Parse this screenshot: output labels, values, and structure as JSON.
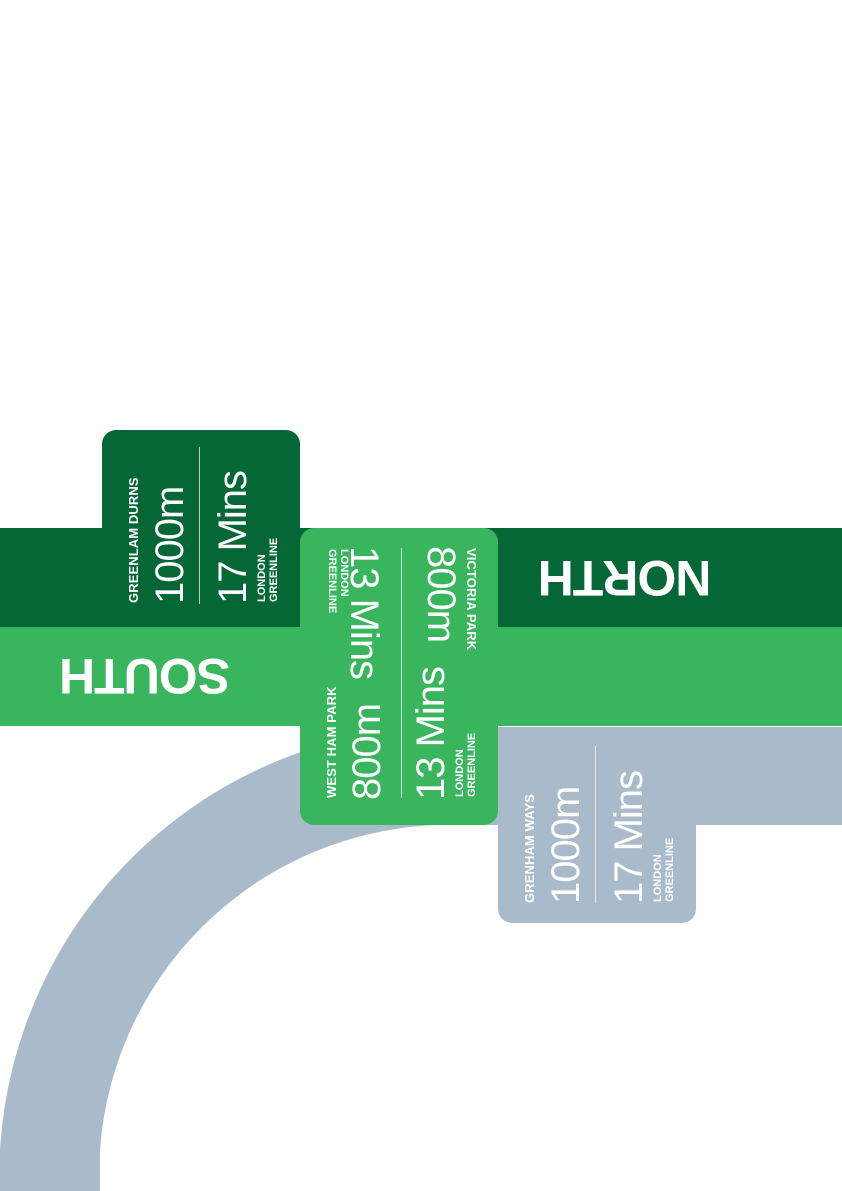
{
  "colors": {
    "dark_green": "#056735",
    "light_green": "#38b55d",
    "grey_blue": "#a9bbca",
    "text": "#ffffff"
  },
  "directions": {
    "north": "NORTH",
    "south": "SOUTH"
  },
  "signs": [
    {
      "id": "greenlam-durns",
      "name": "GREENLAM DURNS",
      "distance": "1000m",
      "time": "17 Mins",
      "route": [
        "LONDON",
        "GREENLINE"
      ]
    },
    {
      "id": "victoria-park",
      "name": "VICTORIA PARK",
      "distance": "800m",
      "time": "13 Mins",
      "route": [
        "LONDON",
        "GREENLINE"
      ]
    },
    {
      "id": "west-ham-park",
      "name": "WEST HAM PARK",
      "distance": "800m",
      "time": "13 Mins",
      "route": [
        "LONDON",
        "GREENLINE"
      ]
    },
    {
      "id": "grenham-ways",
      "name": "GRENHAM WAYS",
      "distance": "1000m",
      "time": "17 Mins",
      "route": [
        "LONDON",
        "GREENLINE"
      ]
    }
  ]
}
